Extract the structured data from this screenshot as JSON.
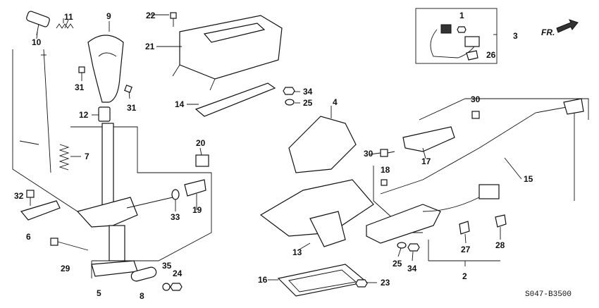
{
  "diagram": {
    "labels": {
      "n1": "1",
      "n2": "2",
      "n3": "3",
      "n4": "4",
      "n5": "5",
      "n6": "6",
      "n7": "7",
      "n8": "8",
      "n9": "9",
      "n10": "10",
      "n11": "11",
      "n12": "12",
      "n13": "13",
      "n14": "14",
      "n15": "15",
      "n16": "16",
      "n17": "17",
      "n18": "18",
      "n19": "19",
      "n20": "20",
      "n21": "21",
      "n22": "22",
      "n23": "23",
      "n24": "24",
      "n25a": "25",
      "n25b": "25",
      "n26": "26",
      "n27": "27",
      "n28": "28",
      "n29": "29",
      "n30a": "30",
      "n30b": "30",
      "n31a": "31",
      "n31b": "31",
      "n32": "32",
      "n33": "33",
      "n34a": "34",
      "n34b": "34",
      "n35": "35"
    },
    "direction_label": "FR.",
    "diagram_code": "S047-B3500"
  }
}
